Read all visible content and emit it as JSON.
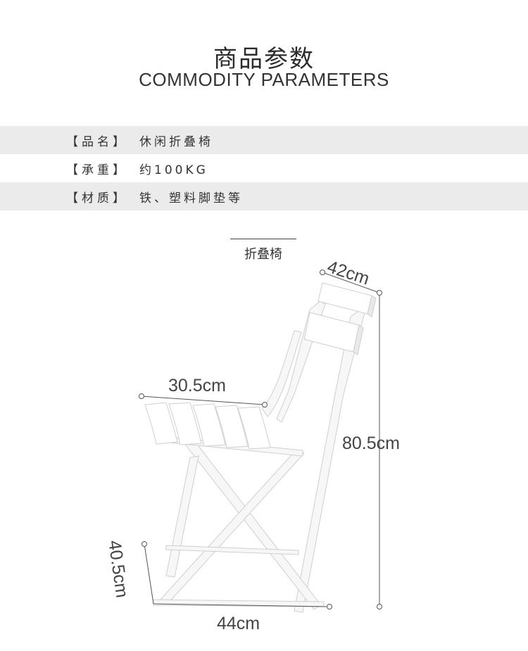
{
  "header": {
    "title_cn": "商品参数",
    "title_en": "COMMODITY PARAMETERS"
  },
  "params": [
    {
      "key": "【品名】",
      "value": "休闲折叠椅"
    },
    {
      "key": "【承重】",
      "value": "约100KG"
    },
    {
      "key": "【材质】",
      "value": "铁、塑料脚垫等"
    }
  ],
  "product": {
    "caption": "折叠椅",
    "dimensions": {
      "back_width": "42cm",
      "seat_depth": "30.5cm",
      "total_height": "80.5cm",
      "seat_height": "40.5cm",
      "base_depth": "44cm"
    }
  },
  "colors": {
    "chair": "#ffffff",
    "chair_outline": "#d8d8d8",
    "dimension_line": "#555555",
    "row_shade": "#ebebeb"
  }
}
